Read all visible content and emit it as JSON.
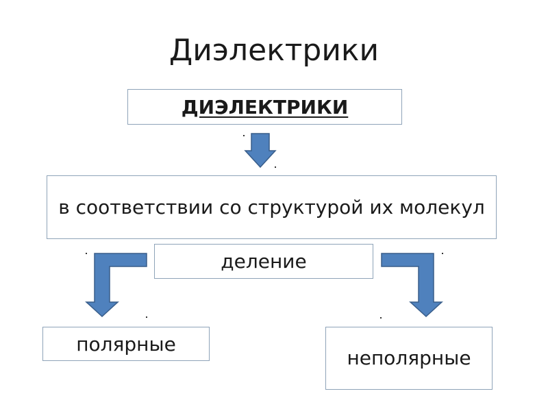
{
  "title": "Диэлектрики",
  "nodes": {
    "main": "ДИЭЛЕКТРИКИ",
    "criterion": "в соответствии со структурой их молекул",
    "division": "деление",
    "polar": "полярные",
    "nonpolar": "неполярные"
  },
  "colors": {
    "arrow_fill": "#4f81bd",
    "arrow_stroke": "#385d8a",
    "box_border": "#8ea3b8"
  }
}
